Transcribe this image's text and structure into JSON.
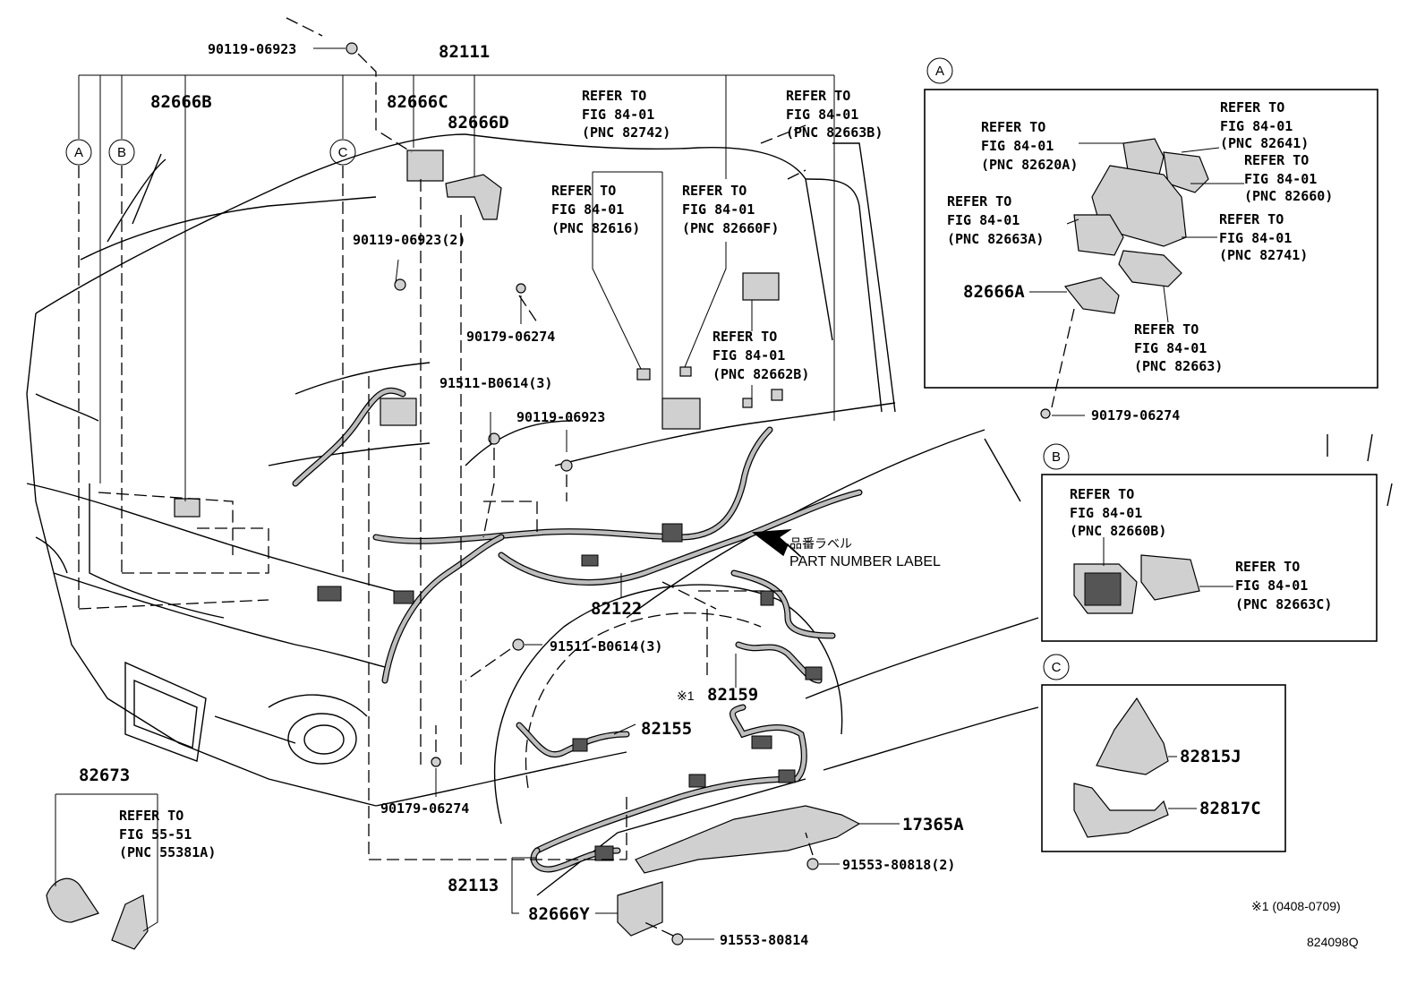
{
  "labels": {
    "bolt_top": "90119-06923",
    "p82111": "82111",
    "p82666b": "82666B",
    "p82666c": "82666C",
    "p82666d": "82666D",
    "bolt_2": "90119-06923(2)",
    "clip_1": "90179-06274",
    "nut_3a": "91511-B0614(3)",
    "bolt_b": "90119-06923",
    "p82122": "82122",
    "nut_3b": "91511-B0614(3)",
    "p82159": "82159",
    "note_mark": "※1",
    "p82155": "82155",
    "clip_2": "90179-06274",
    "p82673": "82673",
    "p82113": "82113",
    "p82666y": "82666Y",
    "bolt_c": "91553-80814",
    "p17365a": "17365A",
    "bolt_d": "91553-80818(2)",
    "label_jp": "品番ラベル",
    "label_en": "PART NUMBER LABEL"
  },
  "refers": {
    "r82742": [
      "REFER TO",
      "FIG 84-01",
      "(PNC 82742)"
    ],
    "r82663b": [
      "REFER TO",
      "FIG 84-01",
      "(PNC 82663B)"
    ],
    "r82616": [
      "REFER TO",
      "FIG 84-01",
      "(PNC 82616)"
    ],
    "r82660f": [
      "REFER TO",
      "FIG 84-01",
      "(PNC 82660F)"
    ],
    "r82662b": [
      "REFER TO",
      "FIG 84-01",
      "(PNC 82662B)"
    ],
    "r55381a": [
      "REFER TO",
      "FIG 55-51",
      "(PNC 55381A)"
    ]
  },
  "callouts": {
    "a": "A",
    "b": "B",
    "c": "C"
  },
  "inset_a": {
    "tag": "A",
    "r82620a": [
      "REFER TO",
      "FIG 84-01",
      "(PNC 82620A)"
    ],
    "r82641": [
      "REFER TO",
      "FIG 84-01",
      "(PNC 82641)"
    ],
    "r82660": [
      "REFER TO",
      "FIG 84-01",
      "(PNC 82660)"
    ],
    "r82663a": [
      "REFER TO",
      "FIG 84-01",
      "(PNC 82663A)"
    ],
    "r82741": [
      "REFER TO",
      "FIG 84-01",
      "(PNC 82741)"
    ],
    "r82663": [
      "REFER TO",
      "FIG 84-01",
      "(PNC 82663)"
    ],
    "p82666a": "82666A",
    "clip": "90179-06274"
  },
  "inset_b": {
    "tag": "B",
    "r82660b": [
      "REFER TO",
      "FIG 84-01",
      "(PNC 82660B)"
    ],
    "r82663c": [
      "REFER TO",
      "FIG 84-01",
      "(PNC 82663C)"
    ]
  },
  "inset_c": {
    "tag": "C",
    "p82815j": "82815J",
    "p82817c": "82817C"
  },
  "footer": {
    "note": "※1 (0408-0709)",
    "figure_id": "824098Q"
  }
}
